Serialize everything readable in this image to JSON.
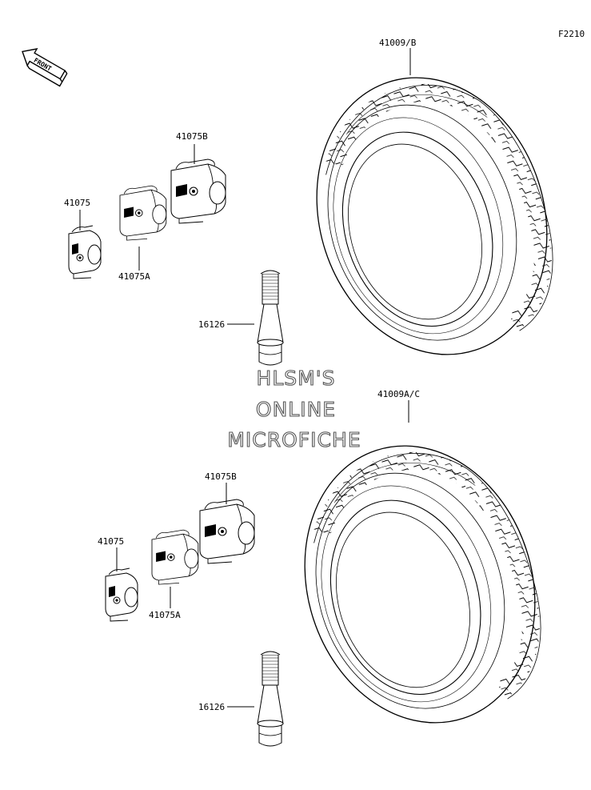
{
  "figure_code": "F2210",
  "front_arrow": {
    "label": "FRONT"
  },
  "watermark": {
    "line1": "HLSM'S",
    "line2": "ONLINE",
    "line3": "MICROFICHE"
  },
  "colors": {
    "ink": "#000000",
    "watermark_outline": "#555555",
    "background": "#ffffff"
  },
  "upper_group": {
    "tire": "41009/B",
    "weight_b": "41075B",
    "weight": "41075",
    "weight_a": "41075A",
    "valve": "16126"
  },
  "lower_group": {
    "tire": "41009A/C",
    "weight_b": "41075B",
    "weight": "41075",
    "weight_a": "41075A",
    "valve": "16126"
  }
}
